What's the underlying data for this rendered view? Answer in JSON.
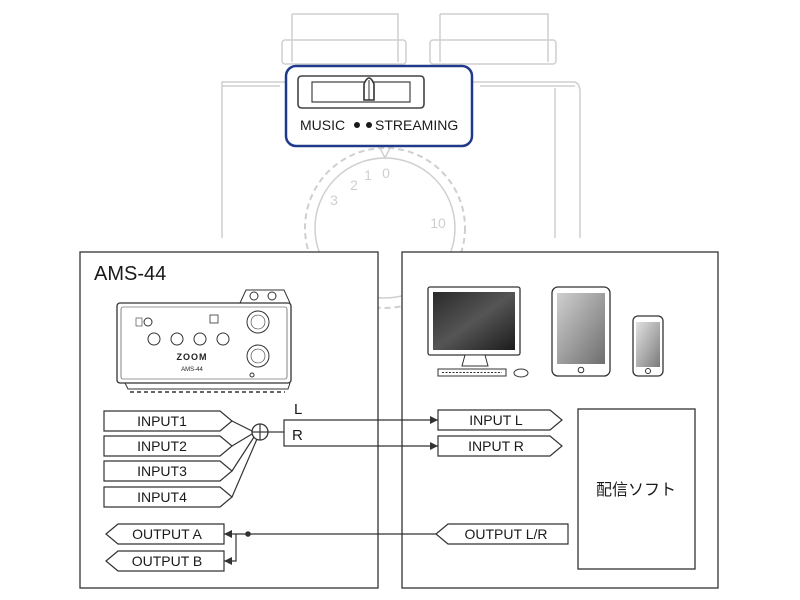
{
  "switch_callout": {
    "music_label": "MUSIC",
    "streaming_label": "STREAMING",
    "knob_scale": [
      "3",
      "2",
      "1",
      "0",
      "10"
    ]
  },
  "ams_panel": {
    "title": "AMS-44",
    "device_brand": "ZOOM",
    "device_model": "AMS-44"
  },
  "inputs": [
    "INPUT1",
    "INPUT2",
    "INPUT3",
    "INPUT4"
  ],
  "outputs": [
    "OUTPUT A",
    "OUTPUT B"
  ],
  "channels": {
    "left": "L",
    "right": "R"
  },
  "computer_side": {
    "input_l": "INPUT L",
    "input_r": "INPUT R",
    "output_lr": "OUTPUT L/R",
    "software_label": "配信ソフト"
  },
  "colors": {
    "callout_border": "#1f3a8a",
    "line": "#333333",
    "faded_hardware": "#cfcfcf"
  }
}
